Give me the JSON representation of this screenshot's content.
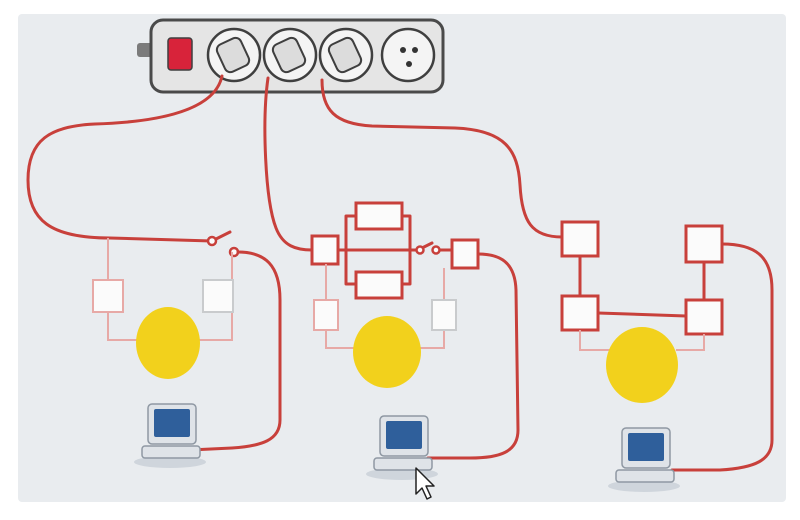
{
  "colors": {
    "wire": "#c8403b",
    "wire_faint": "#e7a9a6",
    "lamp": "#f2d11c",
    "power_switch": "#d8233a",
    "board_background": "#e9ecef",
    "monitor_screen": "#2f5f9b"
  },
  "power_strip": {
    "outlets": 4,
    "plugged_in": 3,
    "switch_state": "on"
  },
  "circuits": [
    {
      "id": "left",
      "lamp": "yellow",
      "components": [
        "switch"
      ]
    },
    {
      "id": "middle",
      "lamp": "yellow",
      "components": [
        "resistor-box",
        "parallel-resistor",
        "parallel-resistor",
        "switch",
        "resistor-box"
      ]
    },
    {
      "id": "right",
      "lamp": "yellow",
      "components": [
        "resistor-box",
        "resistor-box",
        "resistor-box",
        "resistor-box"
      ]
    }
  ],
  "icons": [
    "power-strip-icon",
    "power-switch-icon",
    "socket-icon",
    "plug-icon",
    "lamp-icon",
    "computer-icon",
    "mouse-cursor-icon"
  ]
}
